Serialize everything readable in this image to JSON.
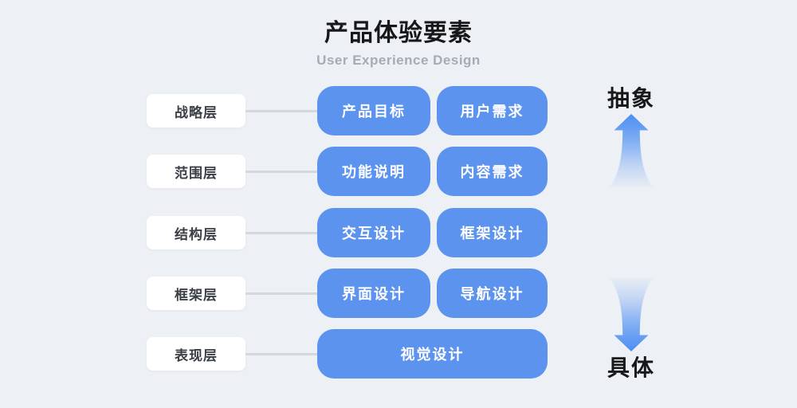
{
  "header": {
    "title": "产品体验要素",
    "subtitle": "User Experience Design"
  },
  "rows": [
    {
      "label": "战略层",
      "boxes": [
        "产品目标",
        "用户需求"
      ]
    },
    {
      "label": "范围层",
      "boxes": [
        "功能说明",
        "内容需求"
      ]
    },
    {
      "label": "结构层",
      "boxes": [
        "交互设计",
        "框架设计"
      ]
    },
    {
      "label": "框架层",
      "boxes": [
        "界面设计",
        "导航设计"
      ]
    },
    {
      "label": "表现层",
      "boxes": [
        "视觉设计"
      ]
    }
  ],
  "axis": {
    "top_label": "抽象",
    "bottom_label": "具体",
    "top_icon": "up-arrow-gradient-icon",
    "bottom_icon": "down-arrow-gradient-icon"
  },
  "colors": {
    "background": "#EDF0F4",
    "box_blue": "#5B93EE",
    "box_text": "#FFFFFF",
    "label_bg": "#FFFFFF",
    "label_text": "#3A3F46",
    "connector": "#D4D7DC",
    "title": "#17181A",
    "subtitle": "#A7ABB3",
    "arrow_blue": "#4D8EF3"
  }
}
